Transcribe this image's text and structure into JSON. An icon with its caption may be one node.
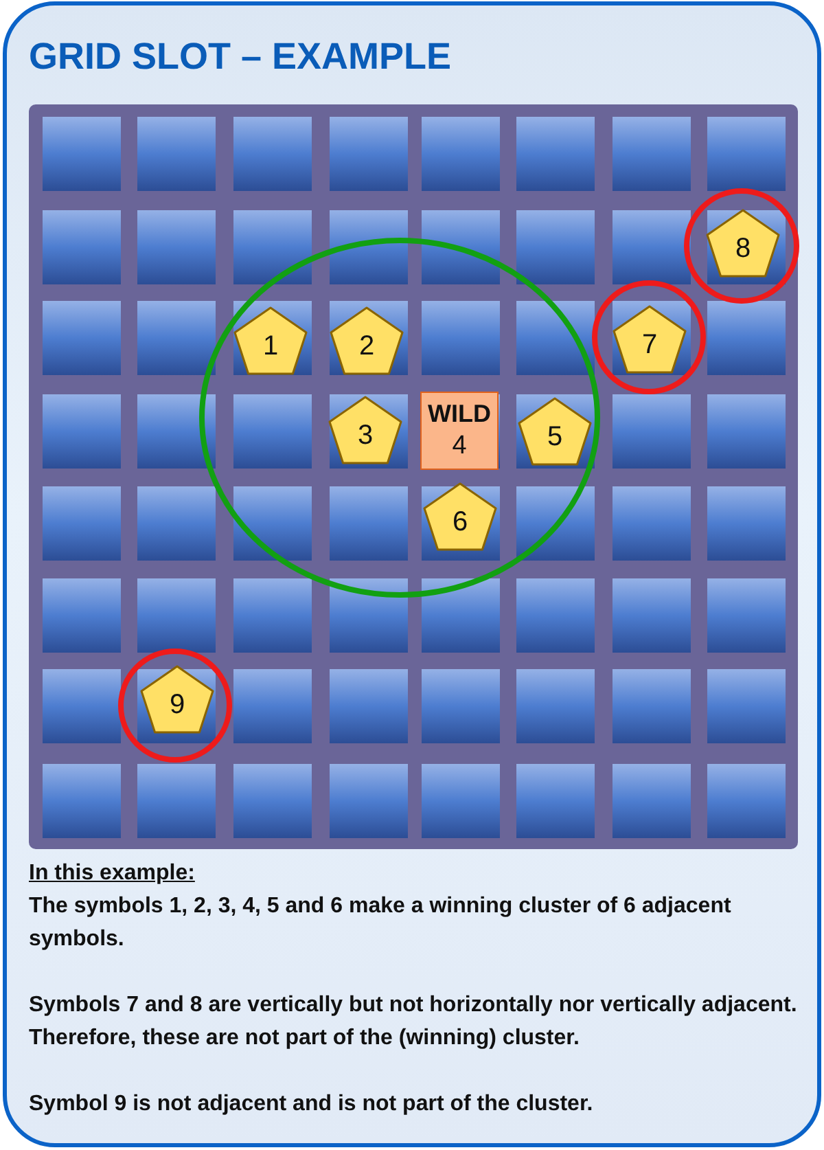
{
  "diagram": {
    "title": "GRID SLOT – EXAMPLE",
    "nodes": [
      {
        "text": [],
        "shape": "circle"
      },
      {
        "text": [
          "8"
        ],
        "in": 0
      },
      {
        "text": [],
        "shape": "circle"
      },
      {
        "text": [
          "1"
        ],
        "in": 2
      },
      {
        "text": [
          "2"
        ],
        "in": 2
      },
      {
        "text": [],
        "shape": "circle"
      },
      {
        "text": [
          "7"
        ],
        "in": 5
      },
      {
        "text": [
          "3"
        ],
        "in": 2
      },
      {
        "text": [
          "WILD",
          "4"
        ],
        "in": 2
      },
      {
        "text": [
          "5"
        ],
        "in": 2
      },
      {
        "text": [
          "6"
        ],
        "in": 2
      },
      {
        "text": [],
        "shape": "circle"
      },
      {
        "text": [
          "9"
        ],
        "in": 11
      }
    ],
    "labels": [
      "In this example:",
      "The symbols 1, 2, 3, 4, 5 and 6 make a winning cluster of 6 adjacent symbols.",
      "Symbols 7 and 8 are vertically but not horizontally nor vertically adjacent. Therefore, these are not part of the (winning) cluster.",
      "Symbol 9 is not adjacent and is not part of the cluster."
    ]
  }
}
